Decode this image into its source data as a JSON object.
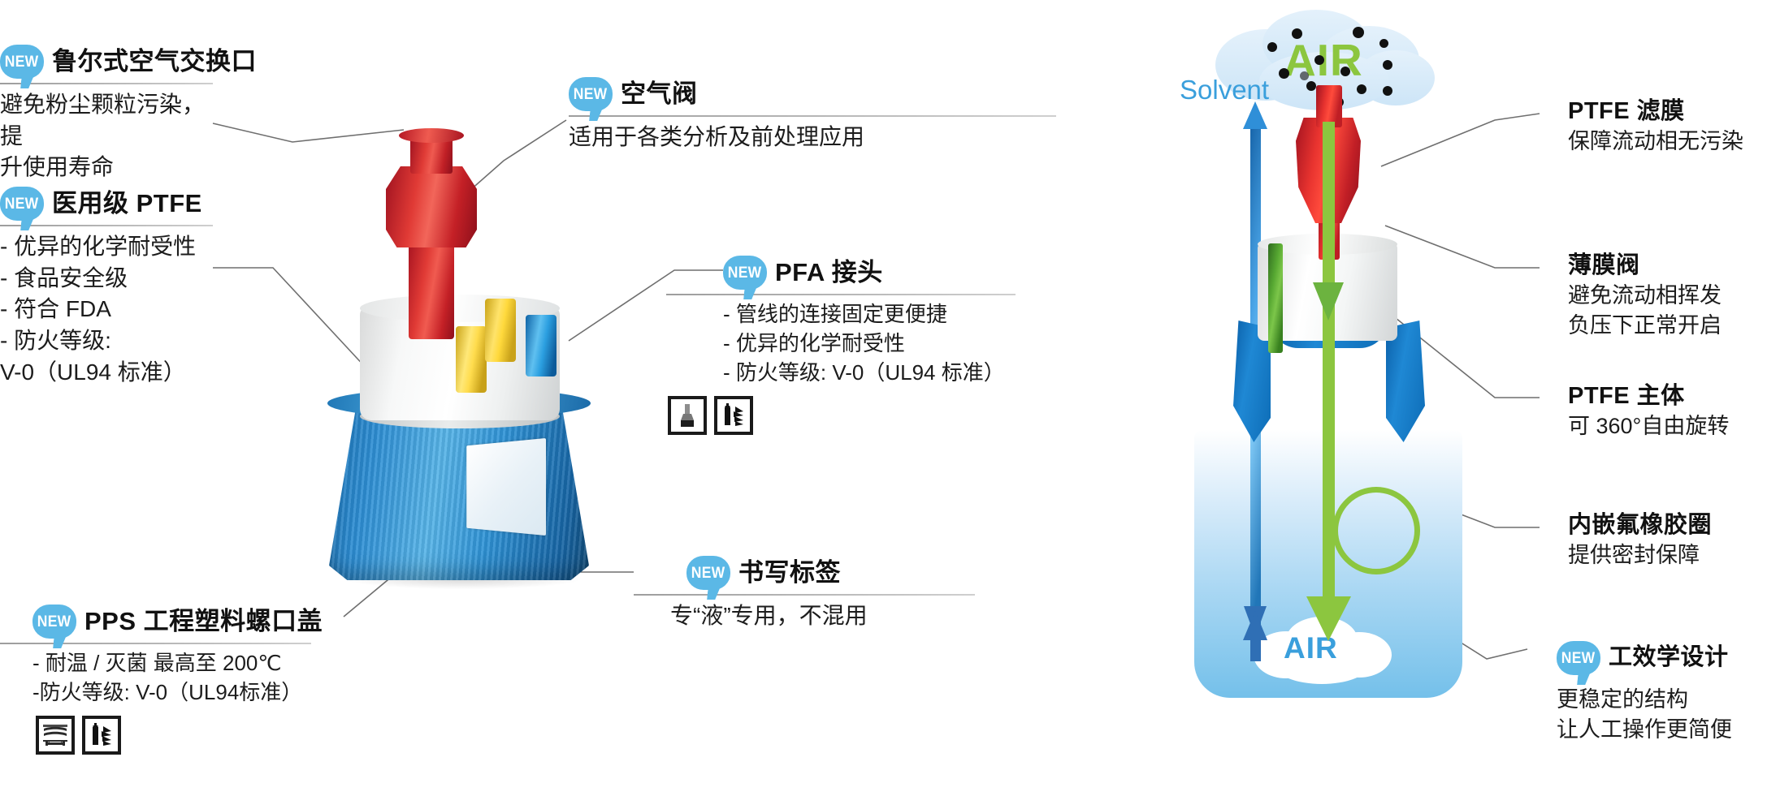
{
  "badge_label": "NEW",
  "left_panel": {
    "callouts": [
      {
        "id": "luer-air-port",
        "new": true,
        "title": "鲁尔式空气交换口",
        "body": "避免粉尘颗粒污染，提\n升使用寿命",
        "icons": []
      },
      {
        "id": "medical-grade-ptfe",
        "new": true,
        "title": "医用级 PTFE",
        "body": "- 优异的化学耐受性\n- 食品安全级\n- 符合 FDA\n- 防火等级:\n  V-0（UL94 标准）",
        "icons": []
      },
      {
        "id": "pps-screw-cap",
        "new": true,
        "title": "PPS 工程塑料螺口盖",
        "body": " - 耐温 / 灭菌  最高至 200℃\n -防火等级: V-0（UL94标准）",
        "icons": [
          "autoclave-icon",
          "flame-resistant-icon"
        ]
      },
      {
        "id": "air-valve",
        "new": true,
        "title": "空气阀",
        "body": "适用于各类分析及前处理应用",
        "icons": []
      },
      {
        "id": "pfa-fitting",
        "new": true,
        "title": "PFA 接头",
        "body": "- 管线的连接固定更便捷\n- 优异的化学耐受性\n- 防火等级: V-0（UL94 标准）",
        "icons": [
          "chemical-resistant-icon",
          "flame-resistant-icon"
        ]
      },
      {
        "id": "writable-label",
        "new": true,
        "title": "书写标签",
        "body": "专“液”专用，不混用",
        "icons": []
      }
    ]
  },
  "right_panel": {
    "diagram_labels": {
      "air_top": "AIR",
      "air_bottom": "AIR",
      "solvent": "Solvent"
    },
    "callouts": [
      {
        "id": "ptfe-membrane",
        "new": false,
        "title": "PTFE 滤膜",
        "body": "保障流动相无污染"
      },
      {
        "id": "membrane-valve",
        "new": false,
        "title": "薄膜阀",
        "body": "避免流动相挥发\n负压下正常开启"
      },
      {
        "id": "ptfe-body",
        "new": false,
        "title": "PTFE 主体",
        "body": "可 360°自由旋转"
      },
      {
        "id": "fluoro-rubber-ring",
        "new": false,
        "title": "内嵌氟橡胶圈",
        "body": "提供密封保障"
      },
      {
        "id": "ergonomic-design",
        "new": true,
        "title": "工效学设计",
        "body": "更稳定的结构\n让人工操作更简便"
      }
    ]
  },
  "colors": {
    "badge_blue": "#5bb8e6",
    "air_green": "#8cc63f",
    "solvent_blue": "#3a9fdc",
    "cap_blue": "#1f88d4",
    "valve_red": "#e8332f",
    "rule_gray": "#9d9d9d"
  }
}
